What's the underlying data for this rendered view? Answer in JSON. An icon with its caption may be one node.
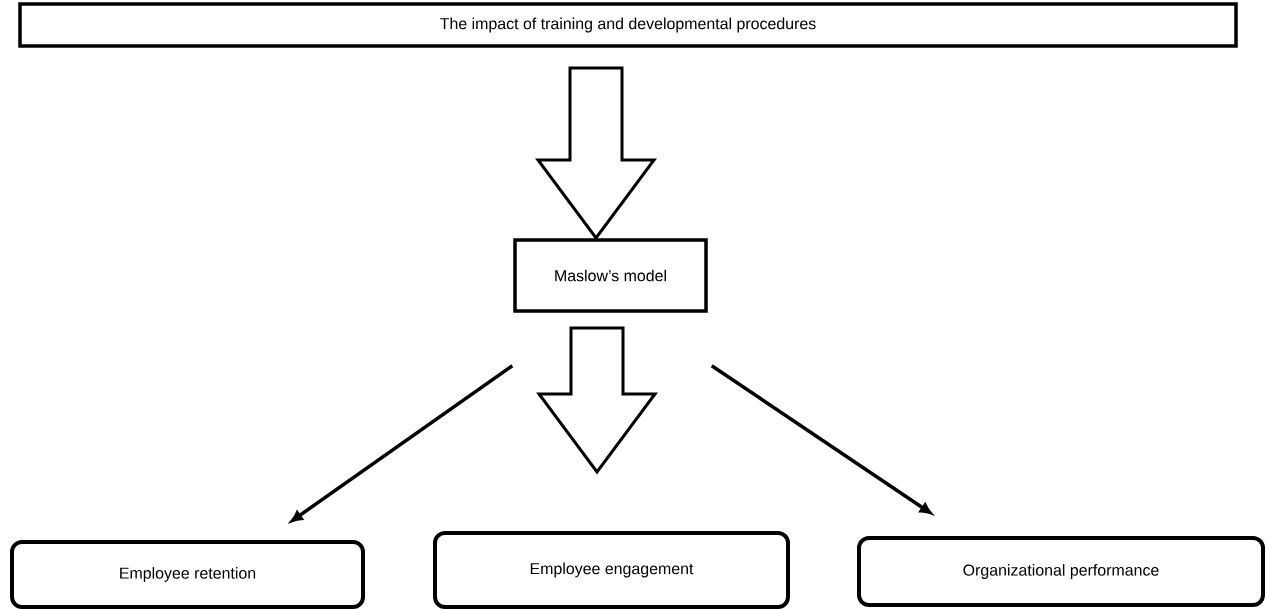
{
  "diagram": {
    "nodes": [
      {
        "text": [
          "The impact of training and developmental procedures"
        ]
      },
      {
        "text": [
          "Maslow’s model"
        ]
      },
      {
        "text": [
          "Employee retention"
        ]
      },
      {
        "text": [
          "Employee engagement"
        ]
      },
      {
        "text": [
          "Organizational performance"
        ]
      }
    ],
    "edges": [
      {
        "from": 0,
        "to": 1,
        "arrow": "to",
        "style": "thick"
      },
      {
        "from": 1,
        "to": 2,
        "arrow": "to"
      },
      {
        "from": 1,
        "to": 3,
        "arrow": "to",
        "style": "thick"
      },
      {
        "from": 1,
        "to": 4,
        "arrow": "to"
      }
    ]
  }
}
